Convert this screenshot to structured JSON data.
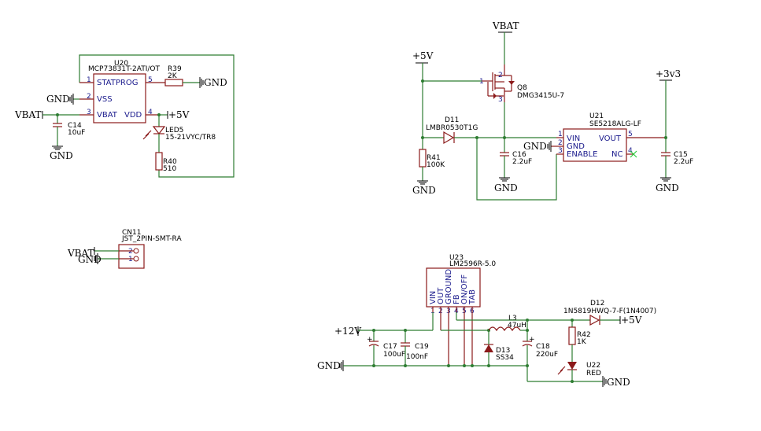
{
  "mcp": {
    "ref": "U20",
    "part": "MCP73831T-2ATI/OT",
    "pin_statprog": "STATPROG",
    "pin_vss": "VSS",
    "pin_vbat": "VBAT",
    "pin_vdd": "VDD",
    "n1": "1",
    "n2": "2",
    "n3": "3",
    "n4": "4",
    "n5": "5"
  },
  "r39": {
    "ref": "R39",
    "val": "2K"
  },
  "r40": {
    "ref": "R40",
    "val": "510"
  },
  "c14": {
    "ref": "C14",
    "val": "10uF"
  },
  "led5": {
    "ref": "LED5",
    "val": "15-21VYC/TR8"
  },
  "q8": {
    "ref": "Q8",
    "part": "DMG3415U-7",
    "n1": "1",
    "n2": "2",
    "n3": "3"
  },
  "d11": {
    "ref": "D11",
    "part": "LMBR0530T1G"
  },
  "r41": {
    "ref": "R41",
    "val": "100K"
  },
  "c16": {
    "ref": "C16",
    "val": "2.2uF"
  },
  "u21": {
    "ref": "U21",
    "part": "SE5218ALG-LF",
    "pin_vin": "VIN",
    "pin_gnd": "GND",
    "pin_enable": "ENABLE",
    "pin_vout": "VOUT",
    "pin_nc": "NC",
    "n1": "1",
    "n2": "2",
    "n3": "3",
    "n4": "4",
    "n5": "5"
  },
  "c15": {
    "ref": "C15",
    "val": "2.2uF"
  },
  "cn11": {
    "ref": "CN11",
    "part": "JST_2PIN-SMT-RA",
    "n1": "1",
    "n2": "2"
  },
  "u23": {
    "ref": "U23",
    "part": "LM2596R-5.0",
    "pins": [
      "VIN",
      "OUT",
      "GROUND",
      "FB",
      "ON/OFF",
      "TAB"
    ],
    "nums": [
      "1",
      "2",
      "3",
      "4",
      "5",
      "6"
    ]
  },
  "c17": {
    "ref": "C17",
    "val": "100uF"
  },
  "c19": {
    "ref": "C19",
    "val": "100nF"
  },
  "l3": {
    "ref": "L3",
    "val": "47uH"
  },
  "d13": {
    "ref": "D13",
    "val": "SS34"
  },
  "c18": {
    "ref": "C18",
    "val": "220uF"
  },
  "d12": {
    "ref": "D12",
    "part": "1N5819HWQ-7-F(1N4007)"
  },
  "r42": {
    "ref": "R42",
    "val": "1K"
  },
  "u22": {
    "ref": "U22",
    "val": "RED"
  },
  "nets": {
    "vbat": "VBAT",
    "gnd": "GND",
    "p5v": "+5V",
    "p3v3": "+3v3",
    "p12v": "+12V"
  },
  "colors": {
    "wire": "#2e7d32",
    "part": "#8b1a1a",
    "pin_text": "#1a1a8c"
  }
}
